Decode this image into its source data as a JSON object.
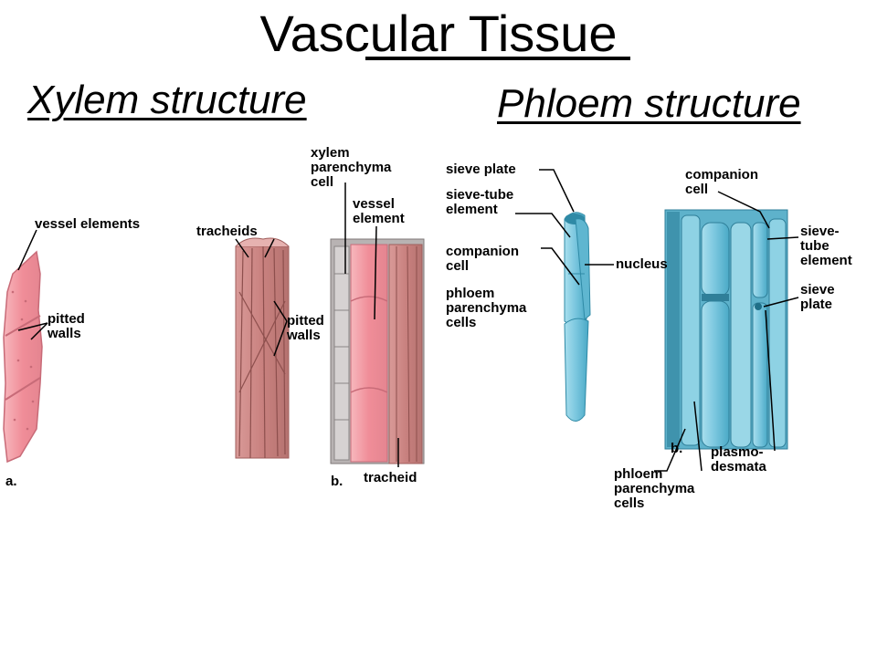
{
  "title": "Vascular Tissue",
  "xylem": {
    "heading": "Xylem structure",
    "labels": {
      "vessel_elements": "vessel elements",
      "pitted_walls_a": "pitted\nwalls",
      "panel_a": "a.",
      "tracheids": "tracheids",
      "pitted_walls_b": "pitted\nwalls",
      "xylem_parenchyma": "xylem\nparenchyma\ncell",
      "vessel_element": "vessel\nelement",
      "panel_b": "b.",
      "tracheid": "tracheid"
    }
  },
  "phloem": {
    "heading": "Phloem structure",
    "labels": {
      "sieve_plate_a": "sieve plate",
      "sieve_tube_a": "sieve-tube\nelement",
      "companion_a": "companion\ncell",
      "nucleus": "nucleus",
      "parenchyma_a": "phloem\nparenchyma\ncells",
      "companion_b": "companion\ncell",
      "sieve_tube_b": "sieve-\ntube\nelement",
      "sieve_plate_b": "sieve\nplate",
      "panel_b": "b.",
      "plasmodesmata": "plasmo-\ndesmata",
      "parenchyma_b": "phloem\nparenchyma\ncells"
    }
  },
  "colors": {
    "xylem_pink": "#f4a6ad",
    "xylem_dark": "#c97c80",
    "wall_gray": "#9a9a9a",
    "phloem_blue": "#7fc8dc",
    "phloem_dark": "#3a9ab5"
  }
}
